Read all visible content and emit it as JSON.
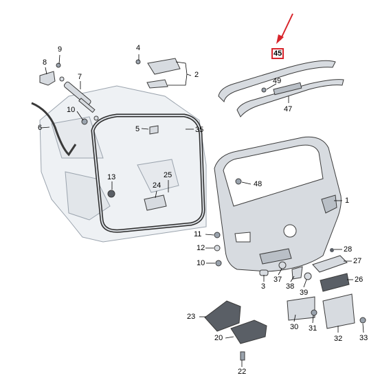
{
  "diagram": {
    "highlight_color": "#d8242b",
    "part_fill": "#d7dbe0",
    "part_stroke": "#3a3a3a",
    "ghost_fill": "#eef1f4",
    "highlighted_part": "45",
    "labels": {
      "p1": "1",
      "p2": "2",
      "p3": "3",
      "p4": "4",
      "p5": "5",
      "p6": "6",
      "p7": "7",
      "p8": "8",
      "p9": "9",
      "p10a": "10",
      "p10b": "10",
      "p11": "11",
      "p12": "12",
      "p13": "13",
      "p20": "20",
      "p22": "22",
      "p23": "23",
      "p24": "24",
      "p25": "25",
      "p26": "26",
      "p27": "27",
      "p28": "28",
      "p30": "30",
      "p31": "31",
      "p32": "32",
      "p33": "33",
      "p35": "35",
      "p37": "37",
      "p38": "38",
      "p39": "39",
      "p45": "45",
      "p47": "47",
      "p48": "48",
      "p49": "49"
    }
  }
}
